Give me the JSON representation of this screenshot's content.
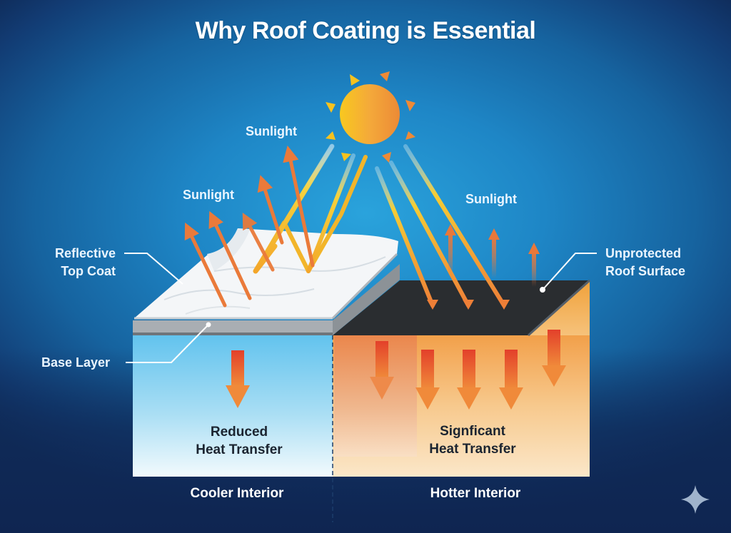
{
  "title": "Why Roof Coating is Essential",
  "labels": {
    "sunlight_top": "Sunlight",
    "sunlight_left": "Sunlight",
    "sunlight_right": "Sunlight",
    "reflective_top_coat_line1": "Reflective",
    "reflective_top_coat_line2": "Top Coat",
    "base_layer": "Base Layer",
    "unprotected_line1": "Unprotected",
    "unprotected_line2": "Roof Surface"
  },
  "panels": {
    "coated": {
      "text_line1": "Reduced",
      "text_line2": "Heat Transfer",
      "bottom_label": "Cooler Interior",
      "heat_arrows": 1
    },
    "uncoated": {
      "text_line1": "Signficant",
      "text_line2": "Heat Transfer",
      "bottom_label": "Hotter Interior",
      "heat_arrows": 5
    }
  },
  "icons": {
    "sun": "sun-icon",
    "sparkle": "sparkle-icon"
  },
  "colors": {
    "sky_blue": "#1e86c6",
    "dark_navy": "#0f2551",
    "sun_yellow": "#f7c21e",
    "sun_orange": "#ee8a35",
    "reflect_arrow": "#ea7a3a",
    "ray_yellow": "#f5c22a",
    "cool_interior": "#aee0f5",
    "hot_interior": "#f6c489",
    "dark_roof": "#2a2d30",
    "heat_arrow_red": "#e2432a"
  }
}
